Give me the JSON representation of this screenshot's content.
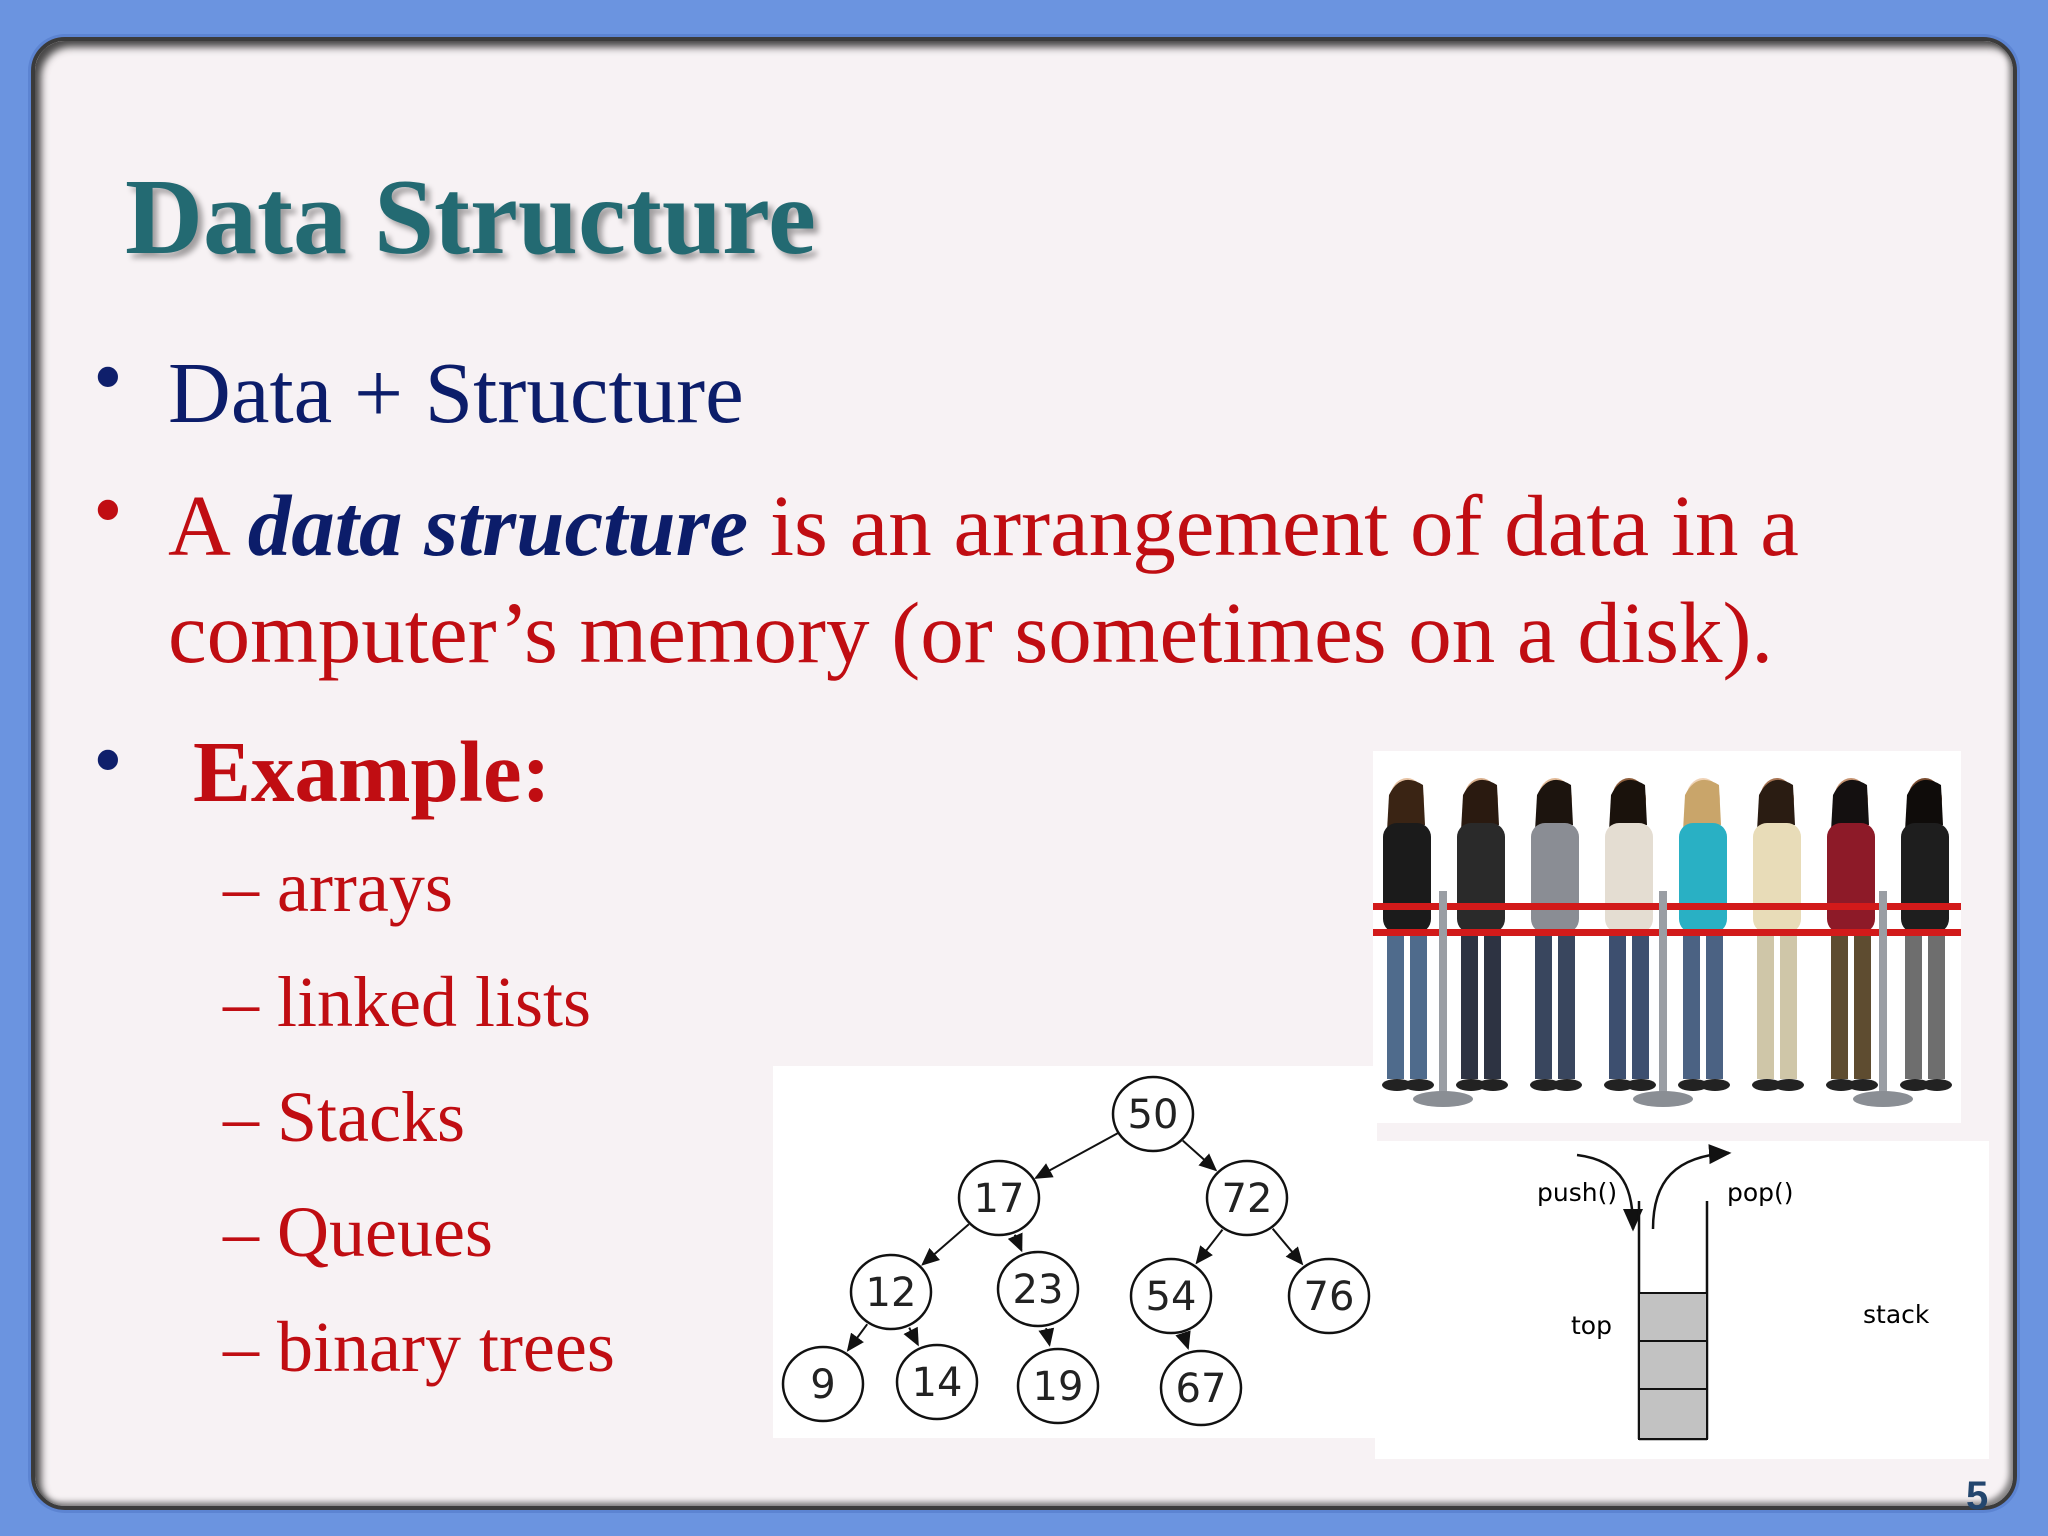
{
  "slide": {
    "title": "Data Structure",
    "bullets": [
      {
        "text": "Data + Structure"
      },
      {
        "prefix": "A ",
        "keyword": "data structure",
        "suffix": " is an arrangement of data in a",
        "line2": "computer’s memory (or sometimes on a disk)."
      },
      {
        "text": "Example:"
      }
    ],
    "bullet_symbol": "•",
    "dash_symbol": "–",
    "examples": [
      "arrays",
      "linked lists",
      "Stacks",
      "Queues",
      "binary trees"
    ],
    "page_number": "5"
  },
  "tree_diagram": {
    "nodes": [
      "50",
      "17",
      "72",
      "12",
      "23",
      "54",
      "76",
      "9",
      "14",
      "19",
      "67"
    ]
  },
  "stack_diagram": {
    "push_label": "push()",
    "pop_label": "pop()",
    "top_label": "top",
    "stack_label": "stack"
  },
  "colors": {
    "title": "#236a72",
    "navy": "#0c1d6a",
    "red": "#c00d12",
    "frame": "#6b94e0"
  }
}
